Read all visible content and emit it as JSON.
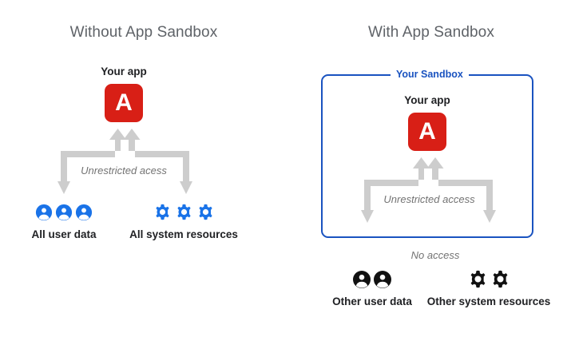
{
  "diagram": {
    "title": "App Sandbox comparison diagram",
    "colors": {
      "app_tile_red": "#d81f16",
      "sandbox_blue": "#1a53c0",
      "resource_blue": "#1a73e8",
      "resource_black": "#111111",
      "arrow_gray": "#cdcdcd",
      "heading_gray": "#5f6368",
      "caption_gray": "#737373",
      "label_black": "#202124",
      "background": "#ffffff"
    }
  },
  "left_panel": {
    "heading": "Without App Sandbox",
    "app": {
      "caption": "Your app",
      "glyph": "A"
    },
    "access_caption": "Unrestricted acess",
    "resources": [
      {
        "id": "all-user-data",
        "label": "All user data",
        "icon": "person-icon",
        "icon_count": 3,
        "icon_color": "#1a73e8"
      },
      {
        "id": "all-system-resources",
        "label": "All system resources",
        "icon": "gear-icon",
        "icon_count": 3,
        "icon_color": "#1a73e8"
      }
    ]
  },
  "right_panel": {
    "heading": "With App Sandbox",
    "sandbox_label": "Your Sandbox",
    "app": {
      "caption": "Your app",
      "glyph": "A"
    },
    "access_caption": "Unrestricted access",
    "no_access_caption": "No access",
    "resources": [
      {
        "id": "other-user-data",
        "label": "Other user data",
        "icon": "person-icon",
        "icon_count": 2,
        "icon_color": "#111111"
      },
      {
        "id": "other-system-resources",
        "label": "Other system resources",
        "icon": "gear-icon",
        "icon_count": 2,
        "icon_color": "#111111"
      }
    ]
  }
}
